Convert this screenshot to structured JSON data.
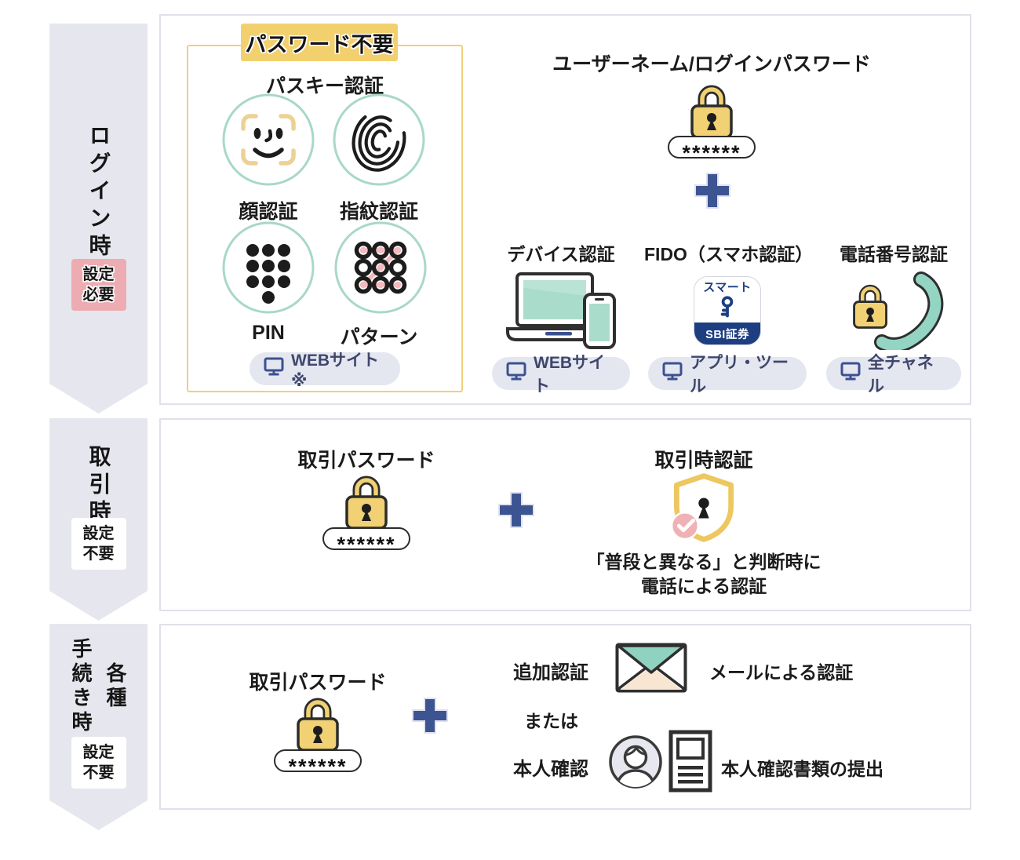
{
  "colors": {
    "accent_yellow": "#f3d06e",
    "panel_border_yellow": "#f2d07a",
    "accent_teal": "#93d5c2",
    "accent_teal_light": "#a9dcca",
    "accent_navy": "#3d5493",
    "fido_navy": "#1d3e80",
    "accent_pink": "#ecacb1",
    "pattern_pink": "#f3b9bd",
    "check_pink": "#f0b1b6",
    "channel_badge_bg": "#e4e6f0",
    "arrow_bg": "#e6e6ee",
    "box_border": "#e0e1e9",
    "envelope_peach": "#f8e6d3"
  },
  "icons": {
    "face-id-icon": "smiling face inside camera frame brackets",
    "fingerprint-icon": "fingerprint whorl",
    "pin-keypad-icon": "numeric keypad dots",
    "pattern-icon": "3x3 unlock pattern with pink Z path",
    "lock-icon": "yellow padlock",
    "plus-icon": "navy plus sign",
    "laptop-phone-icon": "laptop and smartphone with teal screens",
    "fido-app-icon": "smart key app tile",
    "key-icon": "navy key",
    "phone-handset-icon": "teal telephone handset",
    "shield-check-icon": "yellow shield with keyhole and pink check circle",
    "monitor-icon": "navy monitor",
    "envelope-icon": "envelope with teal flap",
    "person-icon": "person avatar in circle",
    "document-icon": "identity document with photo and lines"
  },
  "login": {
    "arrow_label": "ログイン時",
    "setting_badge": {
      "line1": "設定",
      "line2": "必要"
    },
    "passkey": {
      "header": "パスワード不要",
      "title": "パスキー認証",
      "item1": "顔認証",
      "item2": "指紋認証",
      "item3": "PIN",
      "item4": "パターン",
      "channel": "WEBサイト※"
    },
    "password": {
      "title": "ユーザーネーム/ログインパスワード",
      "masked": "******"
    },
    "device": {
      "title": "デバイス認証",
      "channel": "WEBサイト"
    },
    "fido": {
      "title": "FIDO（スマホ認証）",
      "app_top": "スマート",
      "app_bottom": "SBI証券",
      "channel": "アプリ・ツール"
    },
    "phone": {
      "title": "電話番号認証",
      "channel": "全チャネル"
    }
  },
  "trade": {
    "arrow_label": "取引時",
    "setting_badge": {
      "line1": "設定",
      "line2": "不要"
    },
    "password": {
      "title": "取引パスワード",
      "masked": "******"
    },
    "auth": {
      "title": "取引時認証",
      "desc1": "「普段と異なる」と判断時に",
      "desc2": "電話による認証"
    }
  },
  "procedure": {
    "arrow_label_right": "各種",
    "arrow_label_left": "手続き時",
    "setting_badge": {
      "line1": "設定",
      "line2": "不要"
    },
    "password": {
      "title": "取引パスワード",
      "masked": "******"
    },
    "additional": {
      "label": "追加認証",
      "desc": "メールによる認証"
    },
    "or_text": "または",
    "identity": {
      "label": "本人確認",
      "desc": "本人確認書類の提出"
    }
  }
}
